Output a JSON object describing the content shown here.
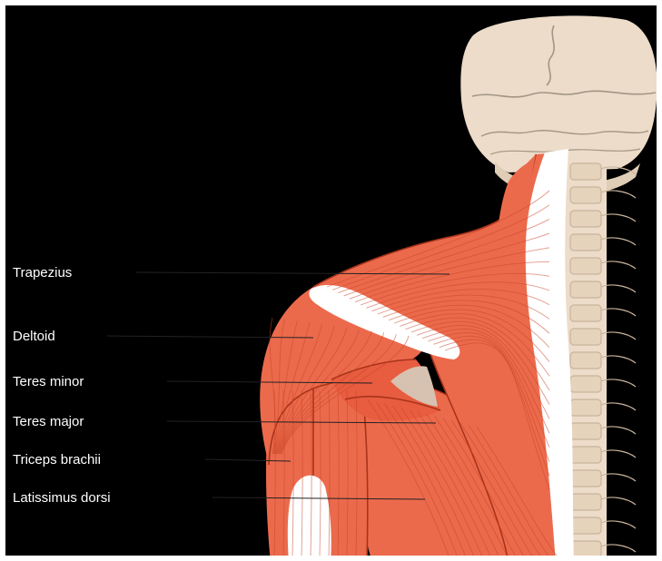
{
  "diagram": {
    "labels": [
      {
        "id": "trapezius",
        "text": "Trapezius"
      },
      {
        "id": "deltoid",
        "text": "Deltoid"
      },
      {
        "id": "teres-minor",
        "text": "Teres minor"
      },
      {
        "id": "teres-major",
        "text": "Teres major"
      },
      {
        "id": "triceps-brachii",
        "text": "Triceps brachii"
      },
      {
        "id": "latissimus-dorsi",
        "text": "Latissimus dorsi"
      }
    ],
    "colors": {
      "background": "#000000",
      "frame": "#ffffff",
      "muscle": "#ec6a4c",
      "muscle_dark": "#c94428",
      "bone": "#ecdcc9",
      "suture": "#a39585",
      "label_text": "#ffffff"
    }
  }
}
